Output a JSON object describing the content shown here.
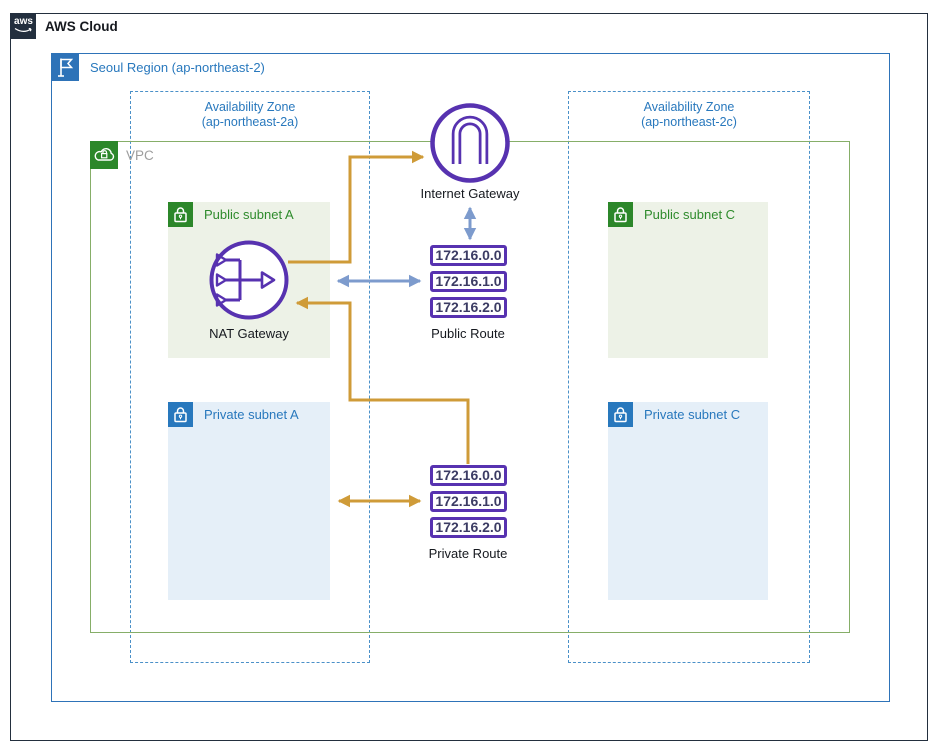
{
  "header": {
    "logo_text": "aws",
    "title": "AWS Cloud"
  },
  "region": {
    "label": "Seoul Region (ap-northeast-2)"
  },
  "availability_zones": [
    {
      "line1": "Availability Zone",
      "line2": "(ap-northeast-2a)"
    },
    {
      "line1": "Availability Zone",
      "line2": "(ap-northeast-2c)"
    }
  ],
  "vpc": {
    "label": "VPC"
  },
  "subnets": [
    {
      "label": "Public subnet A",
      "type": "public"
    },
    {
      "label": "Private subnet A",
      "type": "private"
    },
    {
      "label": "Public subnet C",
      "type": "public"
    },
    {
      "label": "Private subnet C",
      "type": "private"
    }
  ],
  "gateways": {
    "internet_label": "Internet Gateway",
    "nat_label": "NAT Gateway"
  },
  "routes": {
    "public": {
      "label": "Public Route",
      "entries": [
        "172.16.0.0",
        "172.16.1.0",
        "172.16.2.0"
      ]
    },
    "private": {
      "label": "Private Route",
      "entries": [
        "172.16.0.0",
        "172.16.1.0",
        "172.16.2.0"
      ]
    }
  },
  "icons": [
    "aws-logo-icon",
    "region-flag-icon",
    "vpc-cloud-lock-icon",
    "public-subnet-lock-icon",
    "private-subnet-lock-icon",
    "internet-gateway-icon",
    "nat-gateway-icon"
  ],
  "colors": {
    "cloud_border": "#232F3E",
    "region_blue": "#2E73B8",
    "az_label_blue": "#2878BD",
    "vpc_border_green": "#86AE68",
    "green_icon": "#2C872A",
    "public_subnet_bg": "#EDF2E7",
    "private_subnet_bg": "#E5EFF8",
    "public_label_green": "#2E8B2C",
    "private_label_blue": "#2878BD",
    "gateway_purple": "#5732B0",
    "route_text": "#3C3C64",
    "arrow_orange": "#CF9B38",
    "arrow_blue": "#7D9BCD"
  }
}
